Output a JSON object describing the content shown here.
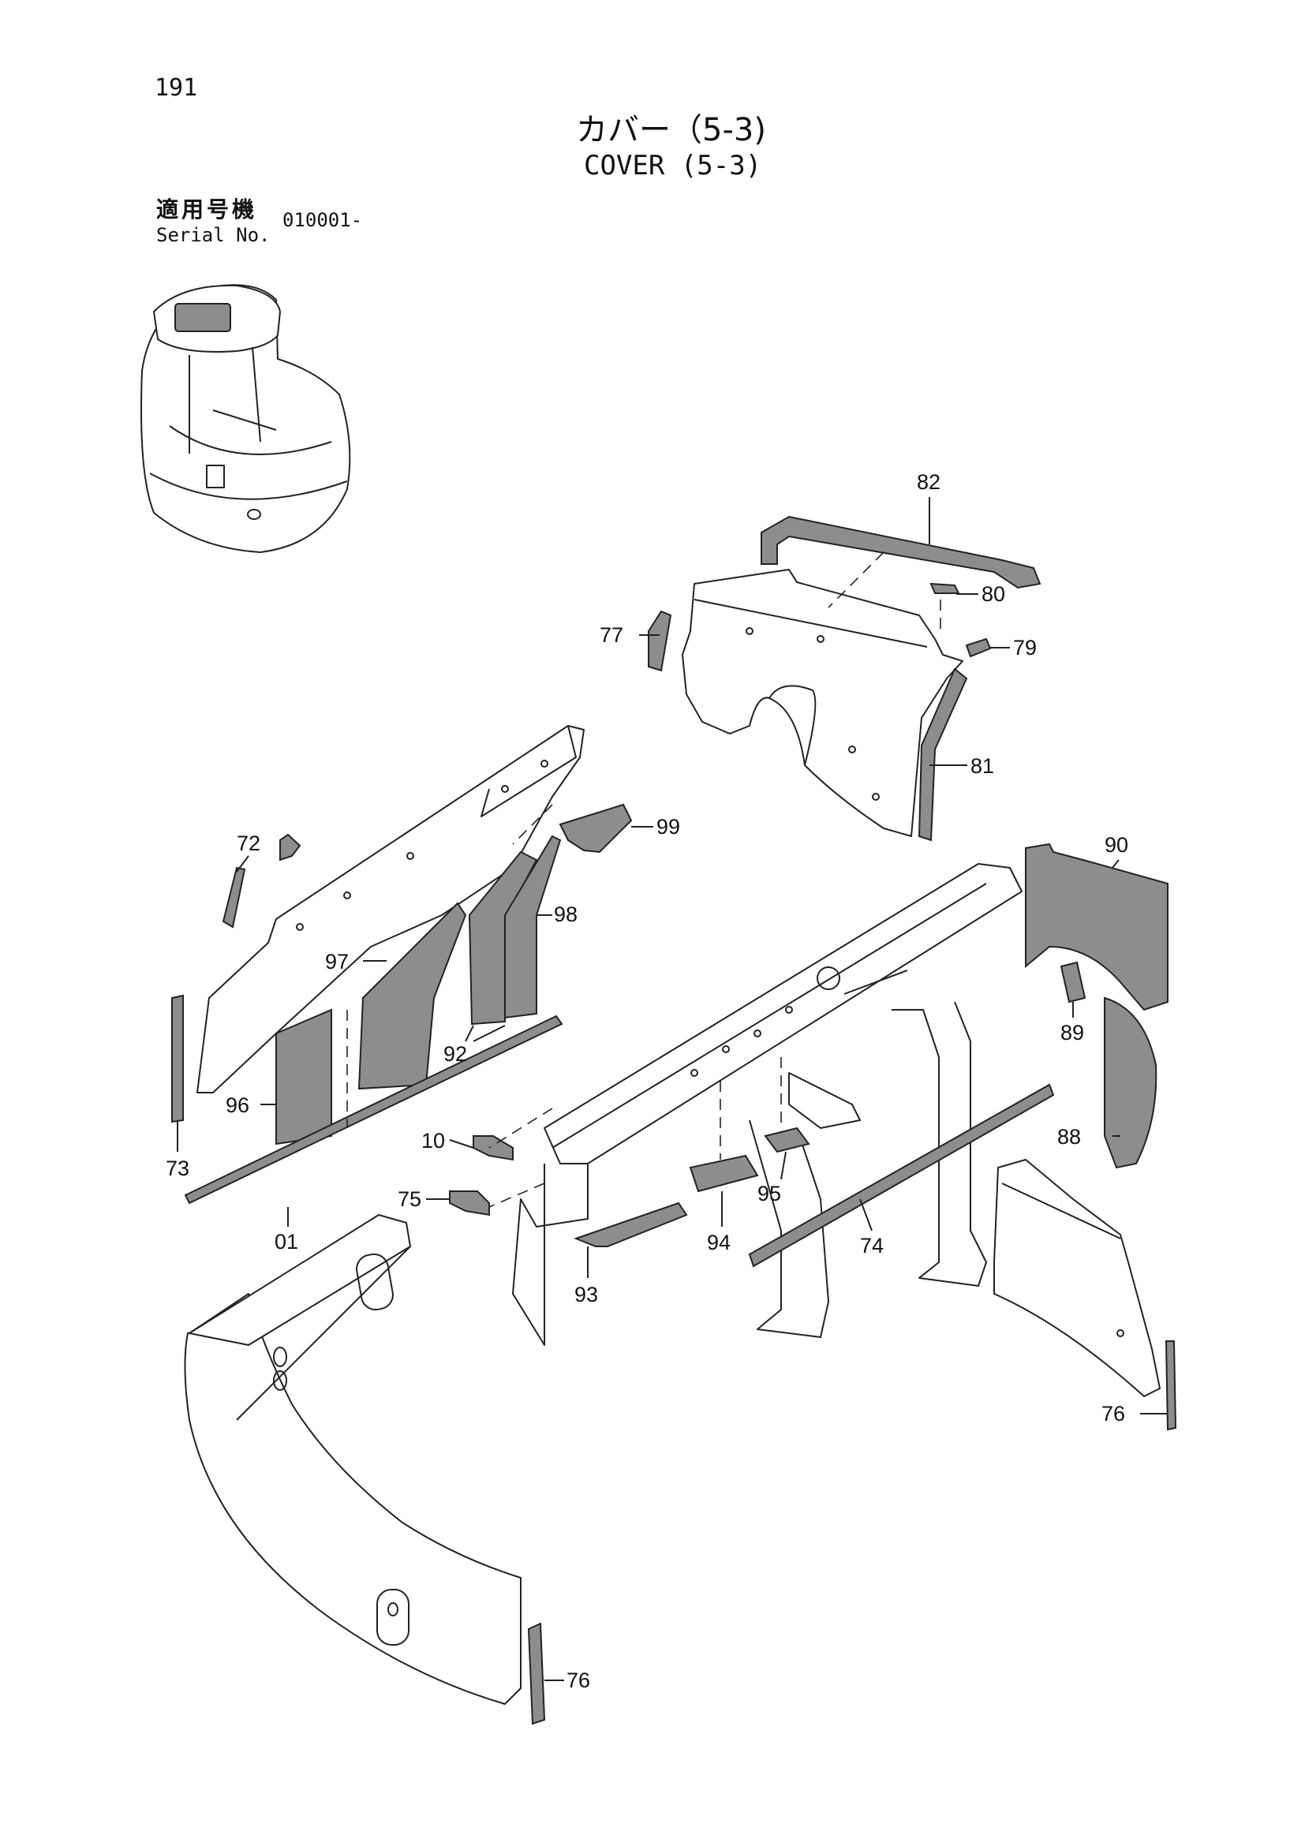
{
  "header": {
    "page_number": "191",
    "title_jp": "カバー（5-3)",
    "title_en": "COVER (5-3)",
    "serial_label_jp": "適用号機",
    "serial_label_en": "Serial No.",
    "serial_value": "010001-"
  },
  "callouts": [
    {
      "id": "82",
      "label": "82"
    },
    {
      "id": "80",
      "label": "80"
    },
    {
      "id": "79",
      "label": "79"
    },
    {
      "id": "77",
      "label": "77"
    },
    {
      "id": "81",
      "label": "81"
    },
    {
      "id": "99",
      "label": "99"
    },
    {
      "id": "72",
      "label": "72"
    },
    {
      "id": "90",
      "label": "90"
    },
    {
      "id": "97",
      "label": "97"
    },
    {
      "id": "98",
      "label": "98"
    },
    {
      "id": "89",
      "label": "89"
    },
    {
      "id": "92",
      "label": "92"
    },
    {
      "id": "96",
      "label": "96"
    },
    {
      "id": "88",
      "label": "88"
    },
    {
      "id": "10",
      "label": "10"
    },
    {
      "id": "73",
      "label": "73"
    },
    {
      "id": "75",
      "label": "75"
    },
    {
      "id": "95",
      "label": "95"
    },
    {
      "id": "01",
      "label": "01"
    },
    {
      "id": "94",
      "label": "94"
    },
    {
      "id": "74",
      "label": "74"
    },
    {
      "id": "93",
      "label": "93"
    },
    {
      "id": "76a",
      "label": "76"
    },
    {
      "id": "76b",
      "label": "76"
    }
  ]
}
